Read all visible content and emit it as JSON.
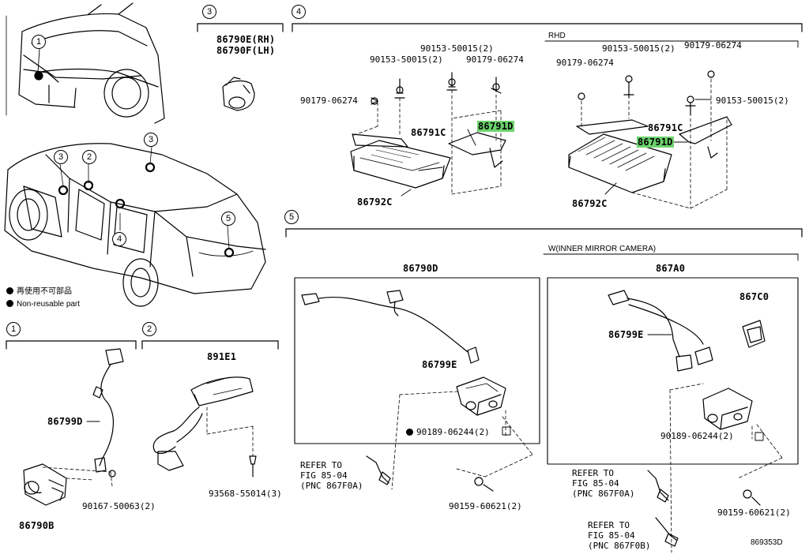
{
  "section_labels": {
    "s1": "1",
    "s2": "2",
    "s3": "3",
    "s4": "4",
    "s5": "5"
  },
  "vehicle_callouts": [
    "1",
    "3",
    "2",
    "3",
    "4",
    "5"
  ],
  "legend": {
    "line1": "再使用不可部品",
    "line2": "Non-reusable part"
  },
  "s3": {
    "part_rh": "86790E(RH)",
    "part_lh": "86790F(LH)"
  },
  "s4": {
    "rhd_label": "RHD",
    "left": {
      "p_bolt_top1": "90153-50015(2)",
      "p_bolt_top2": "90153-50015(2)",
      "p_nut_top": "90179-06274",
      "p_nut_left": "90179-06274",
      "p_bracket": "86791C",
      "p_bracket_hl": "86791D",
      "p_ecu": "86792C"
    },
    "right": {
      "p_bolt_top": "90153-50015(2)",
      "p_nut_top": "90179-06274",
      "p_nut_left": "90179-06274",
      "p_bolt_right": "90153-50015(2)",
      "p_bracket": "86791C",
      "p_bracket_hl": "86791D",
      "p_ecu": "86792C"
    }
  },
  "s5": {
    "variant_label": "W(INNER MIRROR CAMERA)",
    "left": {
      "box_part": "86790D",
      "harness": "86799E",
      "screw": "90189-06244(2)",
      "bolt": "90159-60621(2)",
      "refer1": "REFER TO",
      "refer2": "FIG 85-04",
      "refer3": "(PNC 867F0A)"
    },
    "right": {
      "box_part": "867A0",
      "camera": "867C0",
      "harness": "86799E",
      "screw": "90189-06244(2)",
      "bolt": "90159-60621(2)",
      "referA1": "REFER TO",
      "referA2": "FIG 85-04",
      "referA3": "(PNC 867F0A)",
      "referB1": "REFER TO",
      "referB2": "FIG 85-04",
      "referB3": "(PNC 867F0B)"
    }
  },
  "s1": {
    "harness": "86799D",
    "camera": "86790B",
    "screw": "90167-50063(2)"
  },
  "s2": {
    "bracket": "891E1",
    "screw": "93568-55014(3)"
  },
  "figure_id": "869353D",
  "colors": {
    "highlight": "#6cd36c",
    "line": "#000000"
  }
}
